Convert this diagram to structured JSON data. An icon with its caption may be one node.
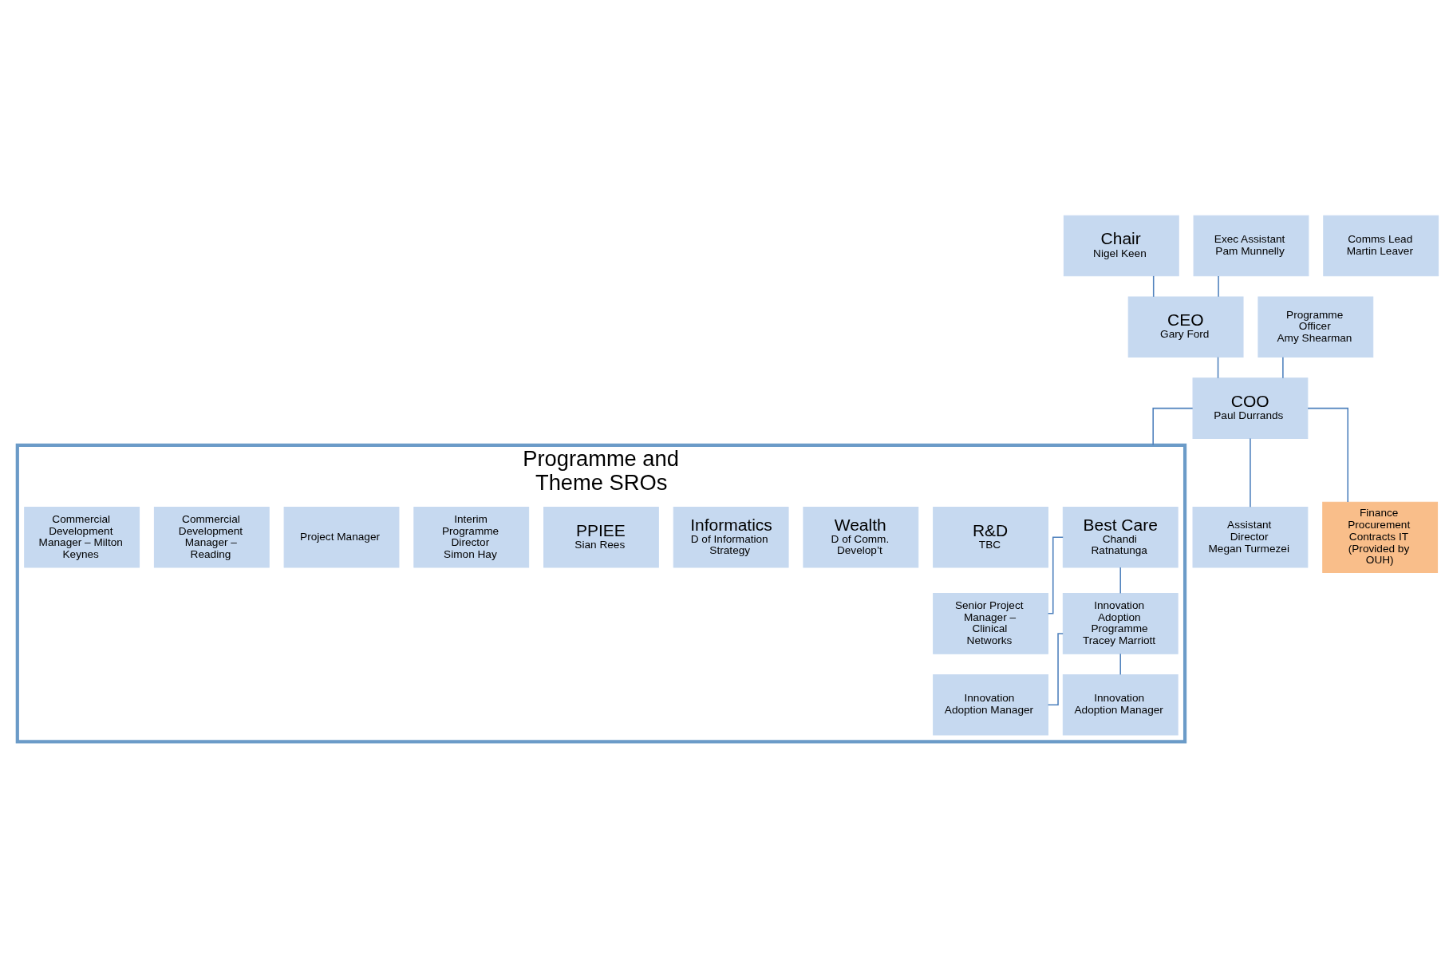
{
  "diagram": {
    "nodes": [
      {
        "text": [
          "Chair",
          "Nigel Keen"
        ]
      },
      {
        "text": [
          "CEO",
          "Gary Ford"
        ]
      },
      {
        "text": [
          "Exec Assistant",
          "Pam Munnelly"
        ]
      },
      {
        "text": [
          "COO",
          "Paul Durrands"
        ]
      },
      {
        "text": [
          "Programme Officer",
          "Amy Shearman"
        ]
      },
      {
        "text": [
          "Programme and Theme SROs"
        ]
      },
      {
        "text": [
          "Best Care",
          "Chandi Ratnatunga"
        ],
        "in": 5
      },
      {
        "text": [
          "R&D",
          "TBC"
        ],
        "in": 5
      },
      {
        "text": [
          "Wealth",
          "D of Comm. Develop’t"
        ],
        "in": 5
      },
      {
        "text": [
          "Informatics",
          "D of Information Strategy"
        ],
        "in": 5
      },
      {
        "text": [
          "PPIEE",
          "Sian Rees"
        ],
        "in": 5
      },
      {
        "text": [
          "Interim Programme Director",
          "Simon Hay"
        ],
        "in": 5
      },
      {
        "text": [
          "Senior Project Manager – Clinical Networks"
        ],
        "in": 5
      },
      {
        "text": [
          "Project Manager"
        ],
        "in": 5
      },
      {
        "text": [
          "Commercial Development Manager – Reading"
        ],
        "in": 5
      },
      {
        "text": [
          "Innovation Adoption Programme",
          "Tracey Marriott"
        ],
        "in": 5
      },
      {
        "text": [
          "Commercial Development Manager – Milton Keynes"
        ],
        "in": 5
      },
      {
        "text": [
          "Innovation Adoption Manager"
        ],
        "in": 5
      },
      {
        "text": [
          "Innovation Adoption Manager"
        ],
        "in": 5
      },
      {
        "text": [
          "Assistant Director",
          "Megan Turmezei"
        ]
      },
      {
        "text": [
          "Comms Lead",
          "Martin Leaver"
        ]
      },
      {
        "text": [
          "Finance Procurement Contracts IT",
          "(Provided by OUH)"
        ]
      }
    ],
    "edges": [
      {
        "from": 0,
        "to": 1,
        "arrow": "none"
      },
      {
        "from": 2,
        "to": 1,
        "arrow": "none"
      },
      {
        "from": 1,
        "to": 3,
        "arrow": "none"
      },
      {
        "from": 4,
        "to": 3,
        "arrow": "none"
      },
      {
        "from": 3,
        "to": 5,
        "arrow": "none"
      },
      {
        "from": 3,
        "to": 19,
        "arrow": "none"
      },
      {
        "from": 3,
        "to": 21,
        "arrow": "none"
      },
      {
        "from": 6,
        "to": 12,
        "arrow": "none"
      },
      {
        "from": 6,
        "to": 15,
        "arrow": "none"
      },
      {
        "from": 15,
        "to": 17,
        "arrow": "none"
      },
      {
        "from": 15,
        "to": 18,
        "arrow": "none"
      }
    ]
  }
}
